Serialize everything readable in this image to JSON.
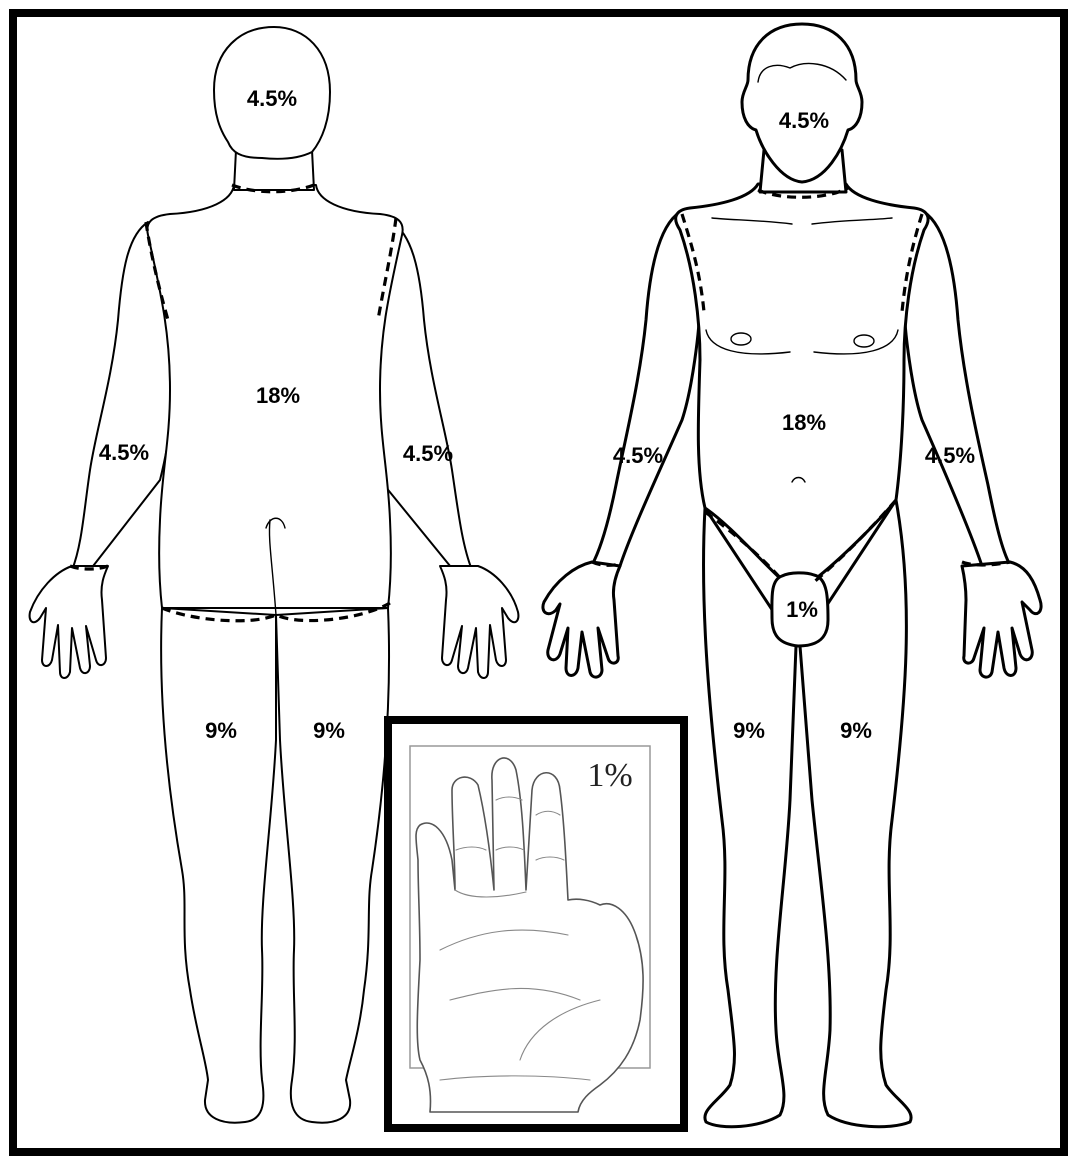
{
  "back_figure": {
    "head": "4.5%",
    "trunk": "18%",
    "left_arm": "4.5%",
    "right_arm": "4.5%",
    "left_leg": "9%",
    "right_leg": "9%"
  },
  "front_figure": {
    "head": "4.5%",
    "trunk": "18%",
    "left_arm": "4.5%",
    "right_arm": "4.5%",
    "genitals": "1%",
    "left_leg": "9%",
    "right_leg": "9%"
  },
  "palm_inset": {
    "label": "1%"
  },
  "colors": {
    "outline": "#000000",
    "background": "#ffffff",
    "inset_border": "#000000",
    "hand_sketch": "#555555"
  }
}
